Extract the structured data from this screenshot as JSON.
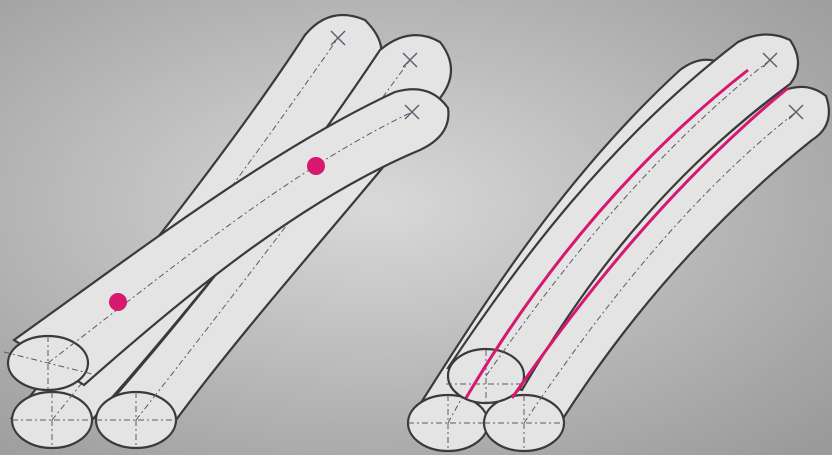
{
  "colors": {
    "background_light": "#d9d9d9",
    "background_dark": "#9a9a9a",
    "fiber_fill": "#e4e4e4",
    "fiber_outline": "#3a3a3a",
    "axis_line": "#5a5a6a",
    "contact_highlight": "#d6186f"
  },
  "panels": [
    {
      "id": "crossed",
      "fibers": 3,
      "contact_type": "point",
      "contact_points": 2
    },
    {
      "id": "parallel",
      "fibers": 3,
      "contact_type": "line",
      "contact_lines": 2
    }
  ],
  "icons": [
    "axis-cross-icon",
    "contact-point-icon",
    "contact-line-icon"
  ]
}
